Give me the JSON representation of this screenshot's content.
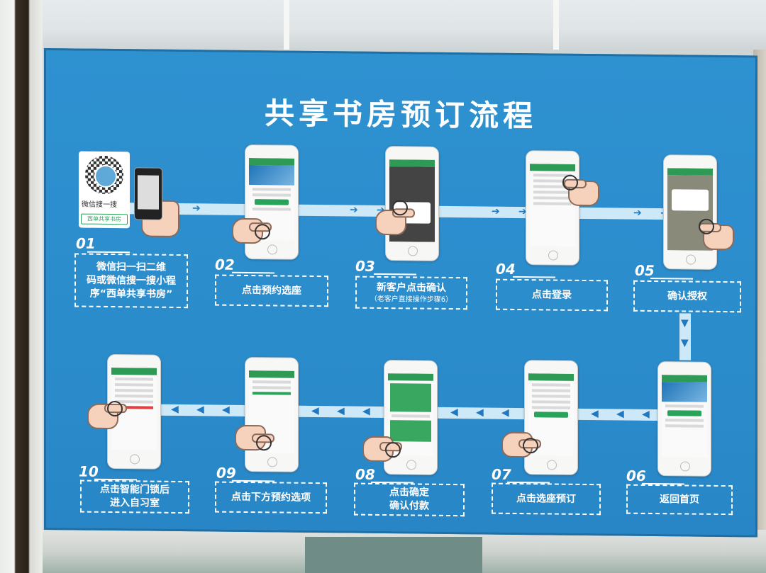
{
  "poster": {
    "title": "共享书房预订流程",
    "accent": "#2e91d0",
    "steps": [
      {
        "num": "01",
        "label_lines": [
          "微信扫一扫二维",
          "码或微信搜一搜小程",
          "序“西单共享书房”"
        ]
      },
      {
        "num": "02",
        "label_lines": [
          "点击预约选座"
        ]
      },
      {
        "num": "03",
        "label_lines": [
          "新客户点击确认"
        ],
        "note": "（老客户直接操作步骤6）"
      },
      {
        "num": "04",
        "label_lines": [
          "点击登录"
        ]
      },
      {
        "num": "05",
        "label_lines": [
          "确认授权"
        ]
      },
      {
        "num": "06",
        "label_lines": [
          "返回首页"
        ]
      },
      {
        "num": "07",
        "label_lines": [
          "点击选座预订"
        ]
      },
      {
        "num": "08",
        "label_lines": [
          "点击确定",
          "确认付款"
        ]
      },
      {
        "num": "09",
        "label_lines": [
          "点击下方预约选项"
        ]
      },
      {
        "num": "10",
        "label_lines": [
          "点击智能门锁后",
          "进入自习室"
        ]
      }
    ],
    "qr_card": {
      "wechat_text": "微信搜一搜",
      "search_text": "西单共享书房"
    }
  }
}
